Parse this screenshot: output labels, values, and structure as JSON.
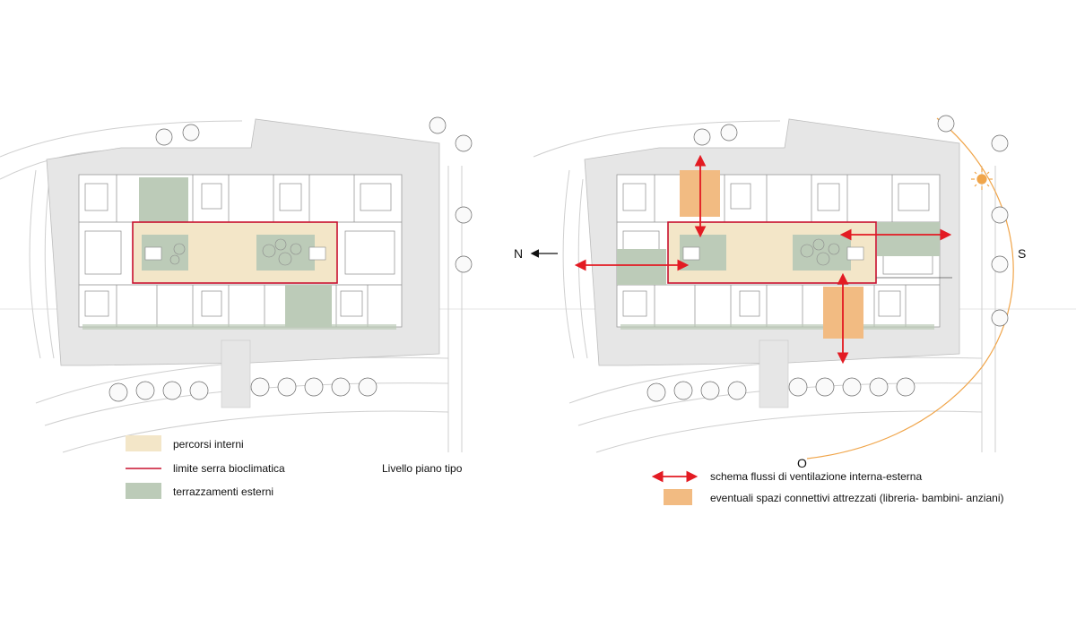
{
  "left_plan": {
    "legend": {
      "items": [
        {
          "label": "percorsi interni",
          "color": "#f3e6c8",
          "kind": "fill"
        },
        {
          "label": "limite serra bioclimatica",
          "color": "#c8102e",
          "kind": "line"
        },
        {
          "label": "terrazzamenti esterni",
          "color": "#bccbb8",
          "kind": "fill"
        }
      ]
    },
    "caption": "Livello piano tipo"
  },
  "right_plan": {
    "compass": {
      "north": "N",
      "south": "S",
      "west": "O"
    },
    "legend": {
      "items": [
        {
          "label": "schema flussi di ventilazione interna-esterna",
          "color": "#e31b23",
          "kind": "arrow"
        },
        {
          "label": "eventuali spazi connettivi attrezzati (libreria- bambini- anziani)",
          "color": "#f2bb82",
          "kind": "fill"
        }
      ]
    }
  },
  "colors": {
    "site_gray": "#e6e6e6",
    "corridor_cream": "#f3e6c8",
    "terrace_green": "#bccbb8",
    "serra_red": "#c8102e",
    "flow_red": "#e31b23",
    "connective_orange": "#f2bb82",
    "sun_orange": "#f0a54a"
  }
}
